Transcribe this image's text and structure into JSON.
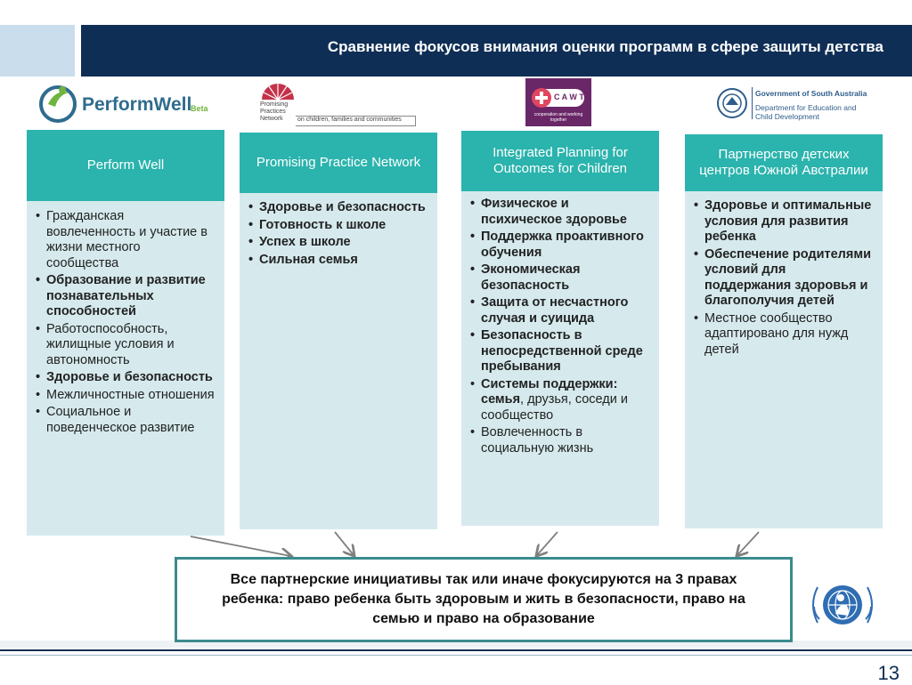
{
  "header": {
    "title": "Сравнение  фокусов внимания оценки программ в сфере защиты детства"
  },
  "logos": {
    "performwell": {
      "name": "PerformWell",
      "suffix": "Beta"
    },
    "promising": {
      "line1": "Promising",
      "line2": "Practices",
      "line3": "Network",
      "tagline": "on children, families and communities"
    },
    "cawt": {
      "letters": "C A W T",
      "tagline": "cooperation and working together"
    },
    "gov_sa": {
      "line1": "Government of South Australia",
      "line2": "Department for Education and",
      "line3": "Child Development"
    }
  },
  "columns": [
    {
      "header": "Perform Well",
      "items": [
        {
          "text": "Гражданская вовлеченность и участие в жизни местного сообщества",
          "bold": false
        },
        {
          "text": "Образование и развитие познавательных способностей",
          "bold": true
        },
        {
          "text": "Работоспособность, жилищные условия и автономность",
          "bold": false
        },
        {
          "text": "Здоровье и безопасность",
          "bold": true
        },
        {
          "text": "Межличностные отношения",
          "bold": false
        },
        {
          "text": "Социальное и поведенческое развитие",
          "bold": false
        }
      ]
    },
    {
      "header": "Promising Practice Network",
      "items": [
        {
          "text": " Здоровье и безопасность",
          "bold": true
        },
        {
          "text": " Готовность к школе",
          "bold": true
        },
        {
          "text": " Успех в школе",
          "bold": true
        },
        {
          "text": " Сильная семья",
          "bold": true
        }
      ]
    },
    {
      "header": "Integrated Planning for Outcomes for Children",
      "items": [
        {
          "text": "Физическое и психическое здоровье",
          "bold": true
        },
        {
          "text": "Поддержка проактивного обучения",
          "bold": true
        },
        {
          "text": "Экономическая безопасность",
          "bold": true
        },
        {
          "text": "Защита от несчастного случая и суицида",
          "bold": true
        },
        {
          "text": "Безопасность в непосредственной среде пребывания",
          "bold": true
        },
        {
          "text_bold": "Системы поддержки: семья",
          "text_rest": ", друзья, соседи и сообщество"
        },
        {
          "text": "Вовлеченность в социальную жизнь",
          "bold": false
        }
      ]
    },
    {
      "header": "Партнерство детских центров Южной Австралии",
      "items": [
        {
          "text": "Здоровье и оптимальные условия для развития ребенка",
          "bold": true
        },
        {
          "text": "Обеспечение родителями условий для поддержания здоровья и благополучия детей",
          "bold": true
        },
        {
          "text": "Местное сообщество адаптировано для нужд детей",
          "bold": false
        }
      ]
    }
  ],
  "summary": "Все партнерские инициативы так или иначе фокусируются на 3 правах ребенка: право ребенка быть здоровым и жить в безопасности, право на семью и право на образование",
  "page_number": "13",
  "colors": {
    "navy": "#0f2e55",
    "teal": "#2bb3ad",
    "panel": "#d6eaee",
    "border": "#3c8a8d"
  }
}
